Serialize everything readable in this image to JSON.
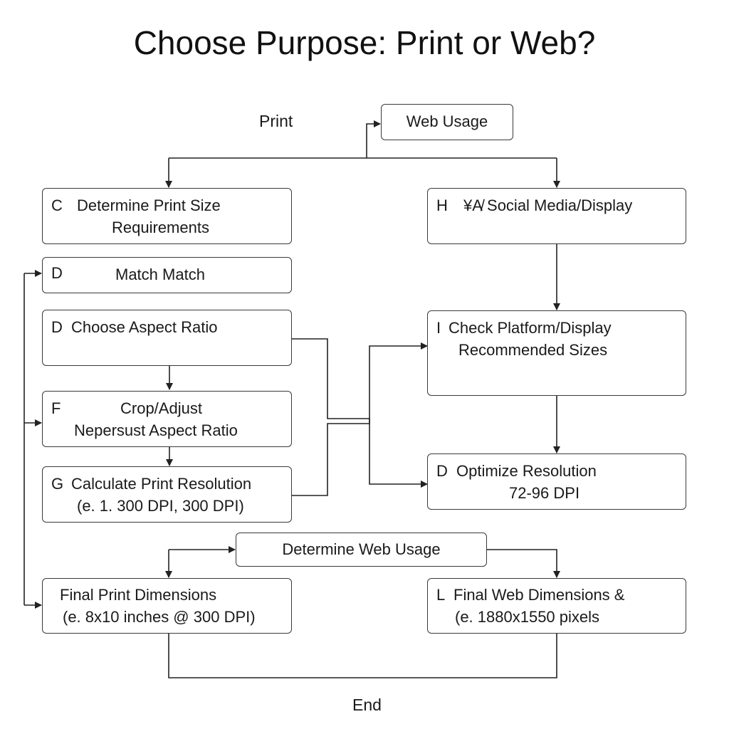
{
  "diagram": {
    "title": "Choose Purpose: Print or Web?",
    "labels": {
      "print": "Print",
      "end": "End"
    },
    "nodes": {
      "web_usage": {
        "text": "Web Usage"
      },
      "print_size": {
        "letter": "C",
        "line1": "Determine Print Size",
        "line2": "Requirements"
      },
      "social_media": {
        "letter": "H",
        "line1": "¥A̸ Social Media/Display"
      },
      "match": {
        "letter": "D",
        "line1": "Match Match"
      },
      "aspect_ratio": {
        "letter": "D",
        "line1": "Choose Aspect Ratio"
      },
      "platform_sizes": {
        "letter": "I",
        "line1": "Check Platform/Display",
        "line2": "Recommended Sizes"
      },
      "crop_adjust": {
        "letter": "F",
        "line1": "Crop/Adjust",
        "line2": "Nepersust Aspect Ratio"
      },
      "print_resolution": {
        "letter": "G",
        "line1": "Calculate Print Resolution",
        "line2": "(e. 1. 300 DPI, 300 DPI)"
      },
      "optimize_resolution": {
        "letter": "D",
        "line1": "Optimize Resolution",
        "line2": "72-96 DPI"
      },
      "determine_web_usage": {
        "text": "Determine Web Usage"
      },
      "final_print": {
        "line1": "Final Print Dimensions",
        "line2": "(e. 8x10 inches @ 300 DPI)"
      },
      "final_web": {
        "letter": "L",
        "line1": "Final Web Dimensions &",
        "line2": "(e.  1880x1550 pixels"
      }
    }
  }
}
